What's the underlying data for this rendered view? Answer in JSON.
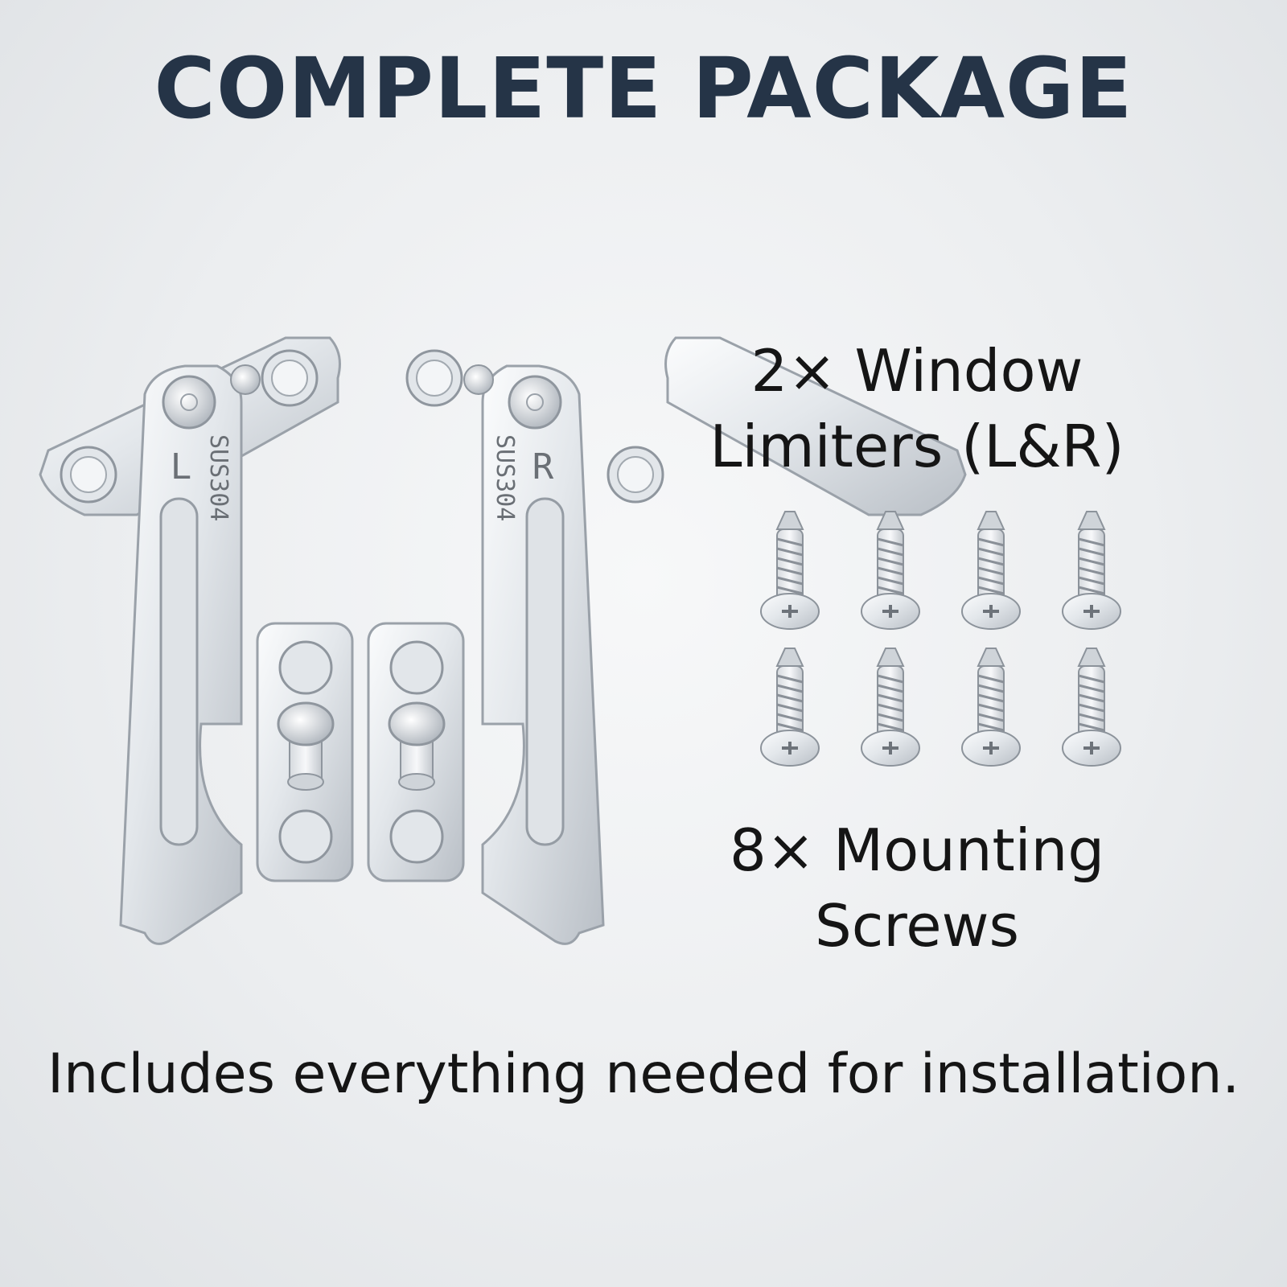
{
  "title": "COMPLETE PACKAGE",
  "limiters": {
    "line1": "2× Window",
    "line2": "Limiters (L&R)",
    "left_letter": "L",
    "right_letter": "R",
    "stamp": "SUS304"
  },
  "screws": {
    "line1": "8× Mounting",
    "line2": "Screws"
  },
  "footer": "Includes everything needed for installation.",
  "colors": {
    "title": "#253447",
    "text": "#151515",
    "metal_light": "#f4f6f8",
    "metal_dark": "#a9afb6"
  }
}
